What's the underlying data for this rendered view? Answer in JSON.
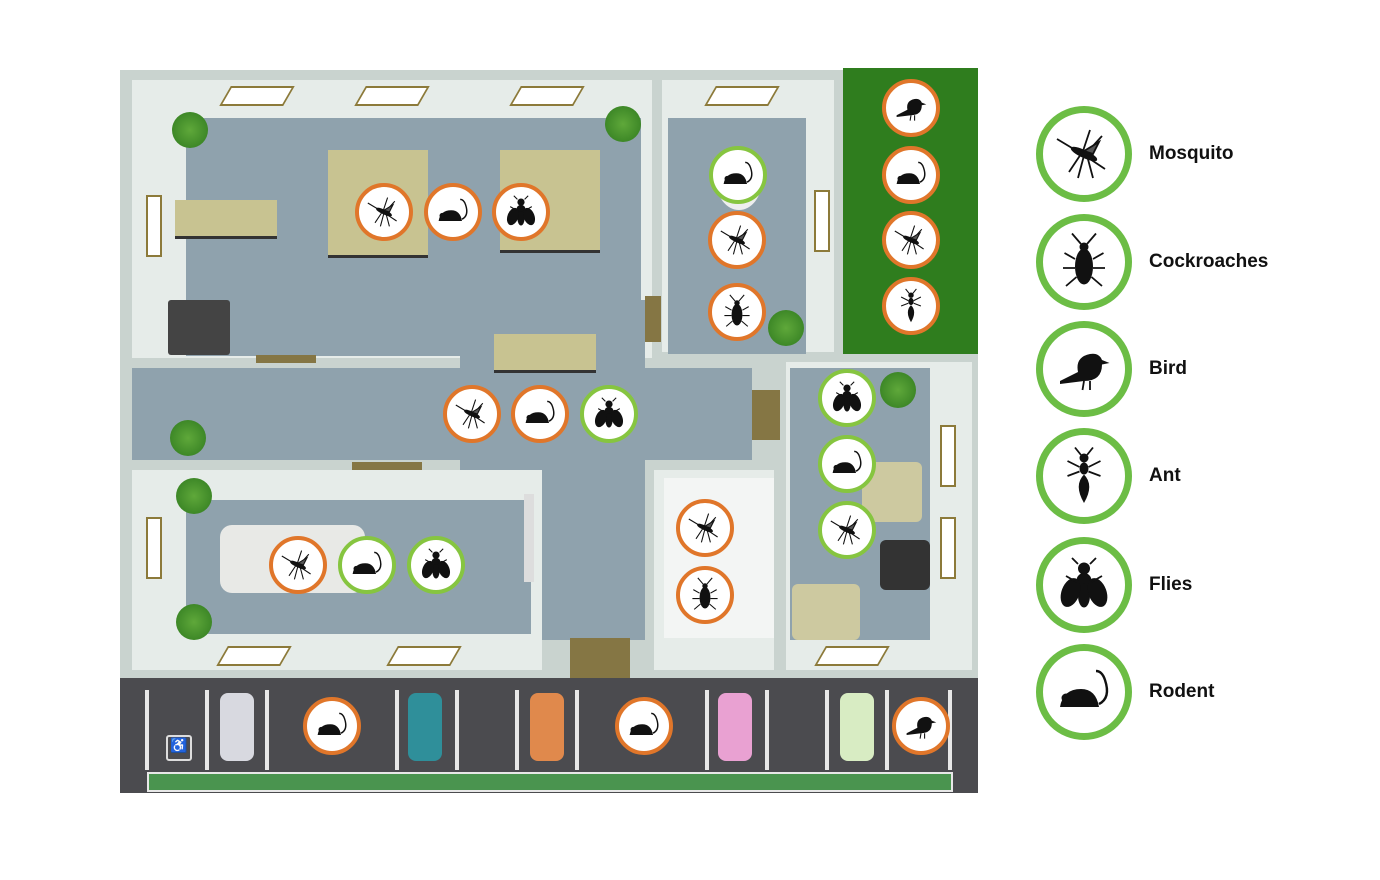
{
  "colors": {
    "active": "#e0762a",
    "treated": "#86c540",
    "legend_ring": "#6cbd45"
  },
  "legend": [
    {
      "type": "mosquito",
      "label": "Mosquito"
    },
    {
      "type": "cockroach",
      "label": "Cockroaches"
    },
    {
      "type": "bird",
      "label": "Bird"
    },
    {
      "type": "ant",
      "label": "Ant"
    },
    {
      "type": "fly",
      "label": "Flies"
    },
    {
      "type": "rodent",
      "label": "Rodent"
    }
  ],
  "markers": [
    {
      "type": "mosquito",
      "status": "orange"
    },
    {
      "type": "rodent",
      "status": "orange"
    },
    {
      "type": "fly",
      "status": "orange"
    },
    {
      "type": "rodent",
      "status": "green"
    },
    {
      "type": "mosquito",
      "status": "orange"
    },
    {
      "type": "cockroach",
      "status": "orange"
    },
    {
      "type": "bird",
      "status": "orange"
    },
    {
      "type": "rodent",
      "status": "orange"
    },
    {
      "type": "mosquito",
      "status": "orange"
    },
    {
      "type": "ant",
      "status": "orange"
    },
    {
      "type": "mosquito",
      "status": "orange"
    },
    {
      "type": "rodent",
      "status": "orange"
    },
    {
      "type": "fly",
      "status": "green"
    },
    {
      "type": "fly",
      "status": "green"
    },
    {
      "type": "rodent",
      "status": "green"
    },
    {
      "type": "mosquito",
      "status": "green"
    },
    {
      "type": "mosquito",
      "status": "orange"
    },
    {
      "type": "cockroach",
      "status": "orange"
    },
    {
      "type": "mosquito",
      "status": "orange"
    },
    {
      "type": "rodent",
      "status": "green"
    },
    {
      "type": "fly",
      "status": "green"
    },
    {
      "type": "rodent",
      "status": "orange"
    },
    {
      "type": "rodent",
      "status": "orange"
    },
    {
      "type": "bird",
      "status": "orange"
    }
  ]
}
